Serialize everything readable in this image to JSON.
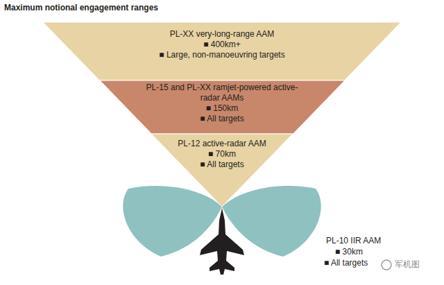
{
  "diagram": {
    "title": "Maximum notional engagement ranges",
    "nodes": [
      {
        "text": [
          "PL-XX very-long-range AAM",
          "■ 400km+",
          "■ Large, non-manoeuvring targets"
        ]
      },
      {
        "text": [
          "PL-15 and PL-XX ramjet-powered active-radar AAMs",
          "■ 150km",
          "■ All targets"
        ]
      },
      {
        "text": [
          "PL-12 active-radar AAM",
          "■ 70km",
          "■ All targets"
        ]
      }
    ],
    "labels": [
      "PL-10 IIR AAM",
      "■ 30km",
      "■ All targets",
      "军机图"
    ]
  }
}
